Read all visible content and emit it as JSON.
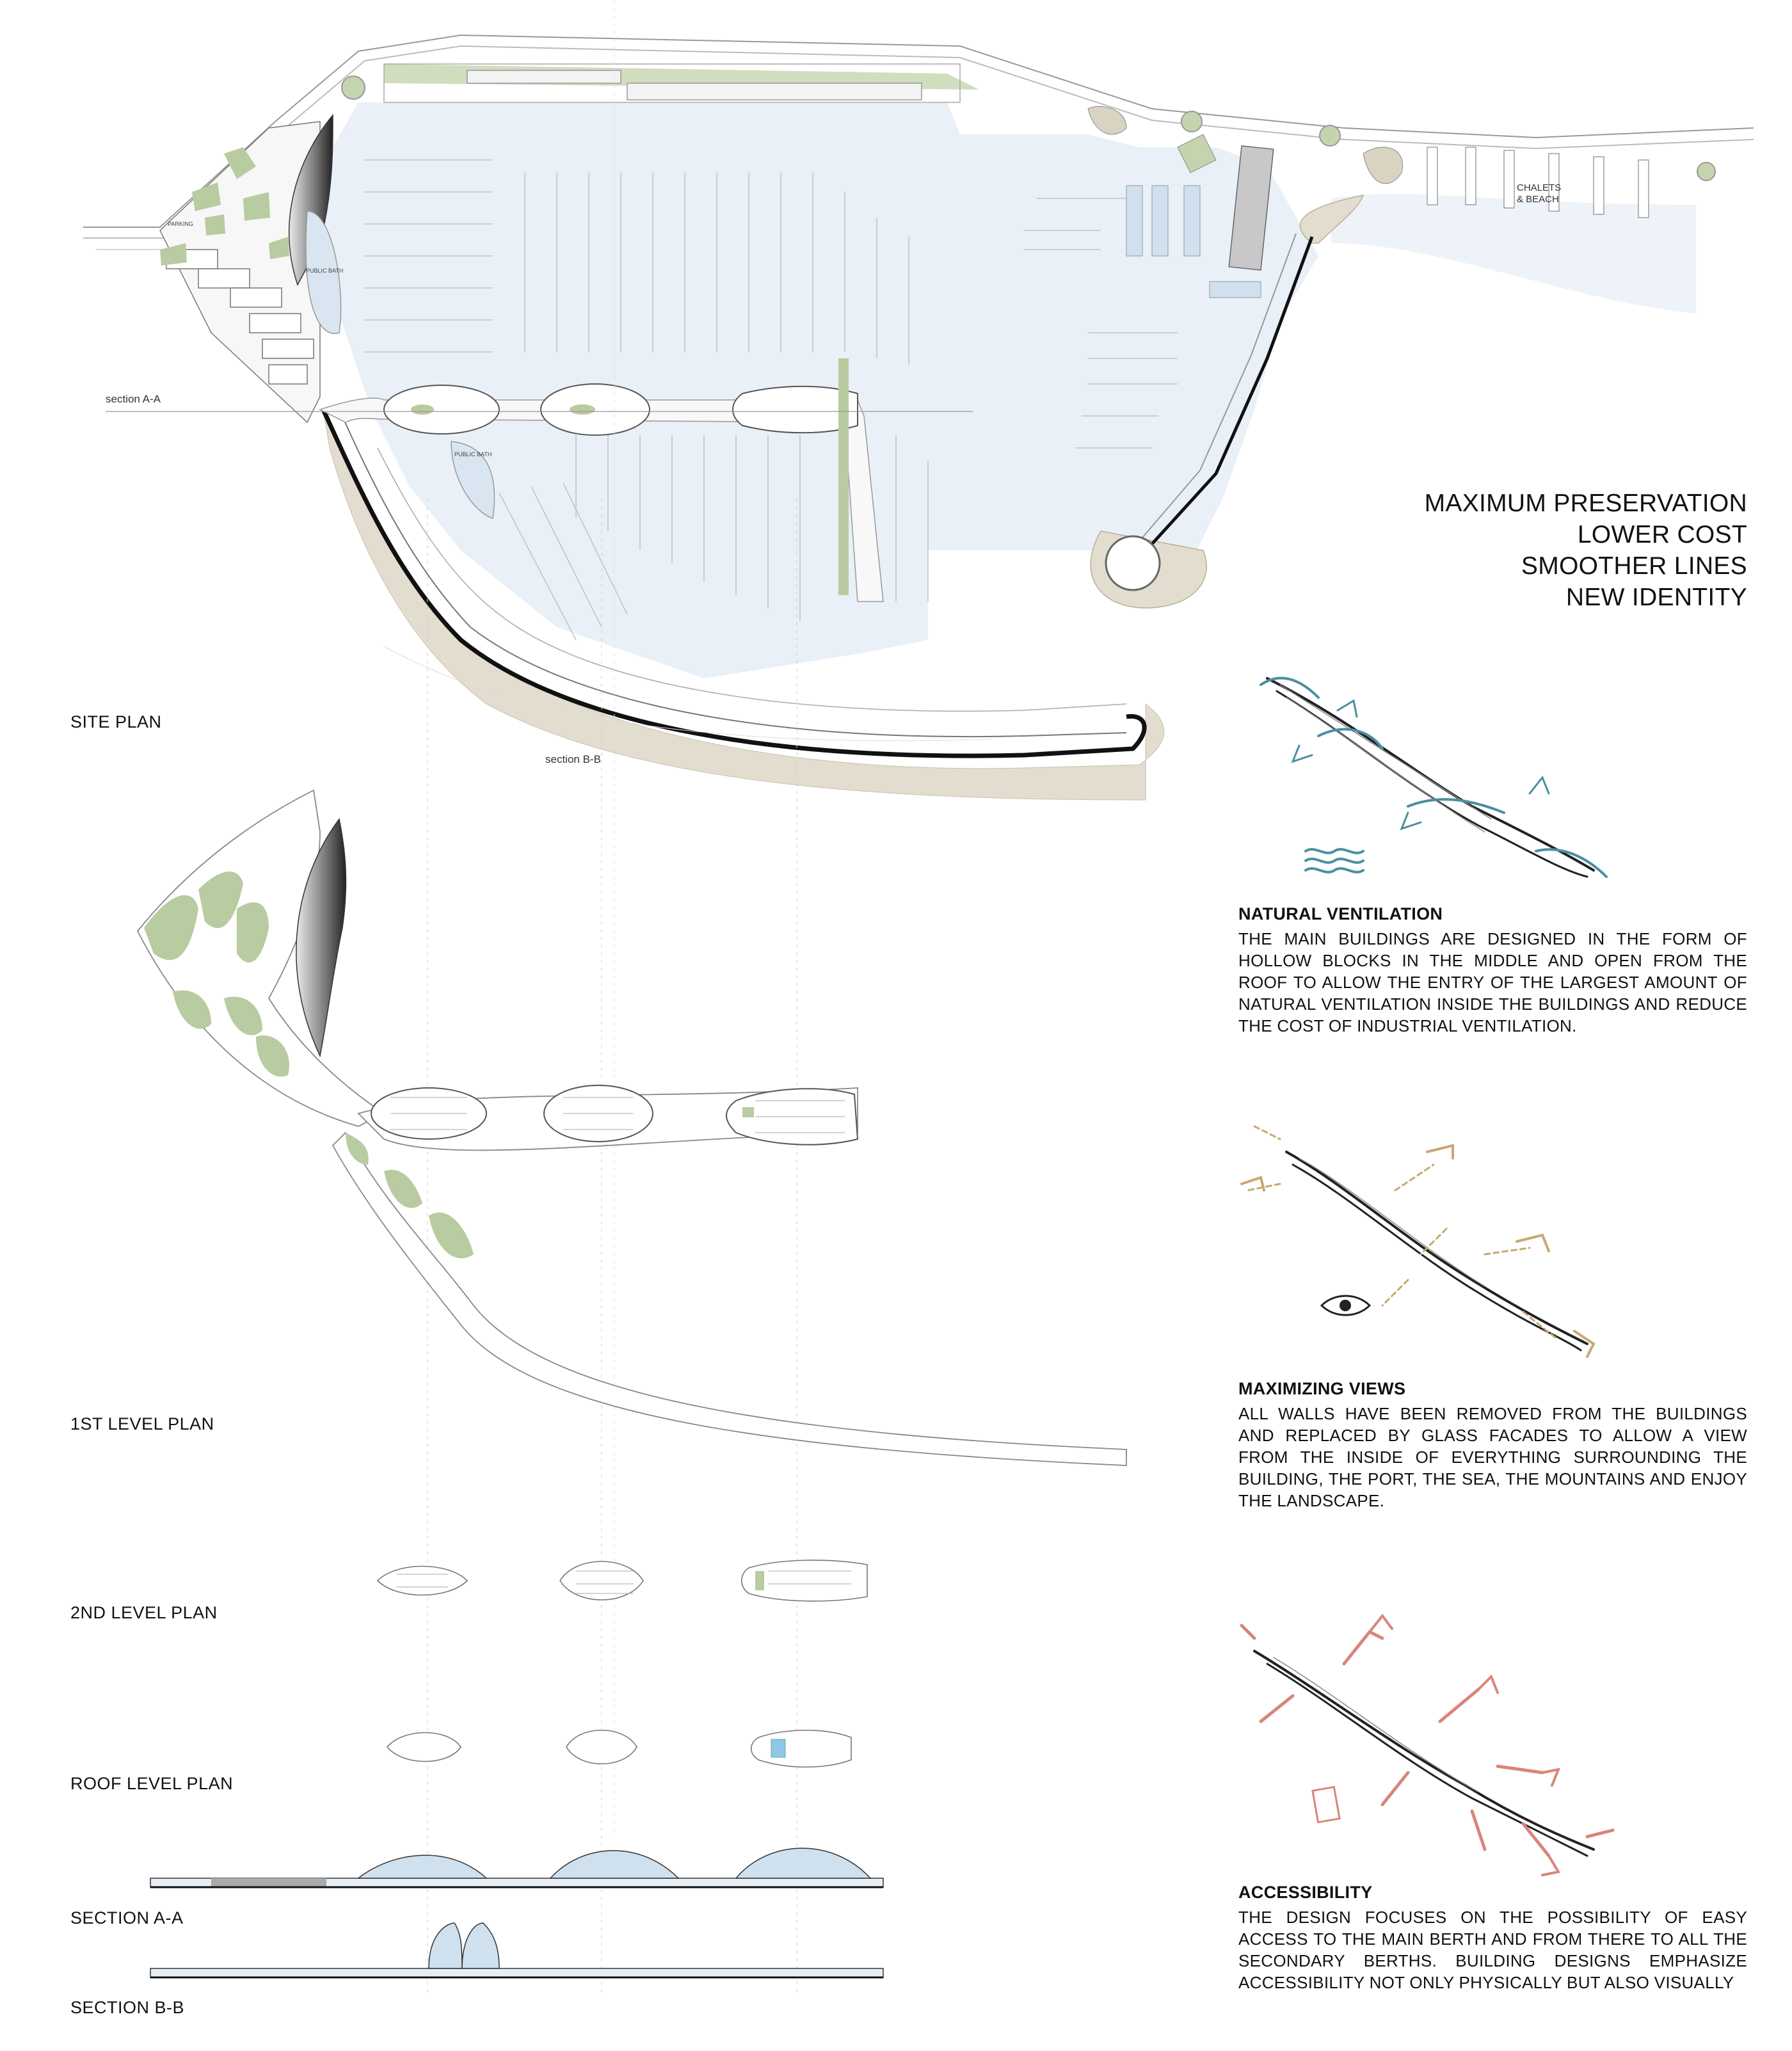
{
  "plan_labels": {
    "site_plan": "SITE PLAN",
    "level1": "1ST LEVEL PLAN",
    "level2": "2ND LEVEL PLAN",
    "roof": "ROOF LEVEL PLAN",
    "section_aa": "SECTION A-A",
    "section_bb": "SECTION B-B"
  },
  "site_annotations": {
    "section_a": "section A-A",
    "section_b": "section B-B",
    "chalets_1": "CHALETS",
    "chalets_2": "& BEACH",
    "parking": "PARKING",
    "public_bath_1": "PUBLIC BATH",
    "public_bath_2": "PUBLIC BATH"
  },
  "slogan": [
    "MAXIMUM PRESERVATION",
    "LOWER COST",
    "SMOOTHER LINES",
    "NEW IDENTITY"
  ],
  "concepts": [
    {
      "title": "NATURAL VENTILATION",
      "body": "THE MAIN BUILDINGS ARE DESIGNED IN THE FORM OF HOLLOW BLOCKS IN THE MIDDLE AND OPEN FROM THE ROOF TO ALLOW THE ENTRY OF THE LARGEST AMOUNT OF NATURAL VENTILATION INSIDE THE BUILDINGS AND REDUCE THE COST OF INDUSTRIAL VENTILATION.",
      "color": "#4a8fa0"
    },
    {
      "title": "MAXIMIZING VIEWS",
      "body": "ALL WALLS HAVE BEEN REMOVED FROM THE BUILDINGS AND REPLACED BY GLASS FACADES TO ALLOW A VIEW FROM THE INSIDE OF EVERYTHING SURROUNDING THE BUILDING, THE PORT, THE SEA, THE MOUNTAINS AND ENJOY THE LANDSCAPE.",
      "color": "#c8a872"
    },
    {
      "title": "ACCESSIBILITY",
      "body": "THE DESIGN FOCUSES ON THE POSSIBILITY OF EASY ACCESS TO THE MAIN BERTH AND FROM THERE TO ALL THE SECONDARY BERTHS. BUILDING DESIGNS EMPHASIZE ACCESSIBILITY NOT ONLY PHYSICALLY BUT ALSO  VISUALLY",
      "color": "#d9857a"
    }
  ],
  "colors": {
    "water": "#e8eff7",
    "green": "#b9cba0",
    "rock": "#d9d3c2",
    "glass": "#cfe0ee"
  }
}
